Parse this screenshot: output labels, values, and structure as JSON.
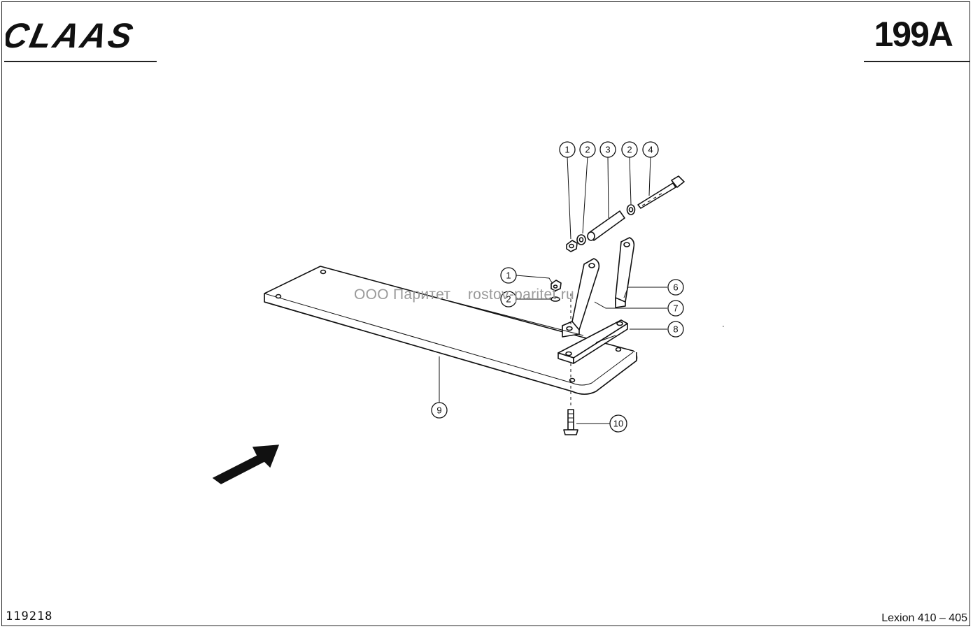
{
  "brand": {
    "name": "CLAAS"
  },
  "header": {
    "page_number": "199A"
  },
  "footer": {
    "drawing_id": "119218",
    "model": "Lexion 410 – 405"
  },
  "watermark": {
    "text": "ООО Паритет    rostov-paritet.ru"
  },
  "callouts": [
    {
      "id": "c-1-top",
      "label": "1"
    },
    {
      "id": "c-2-top-a",
      "label": "2"
    },
    {
      "id": "c-3-top",
      "label": "3"
    },
    {
      "id": "c-2-top-b",
      "label": "2"
    },
    {
      "id": "c-4-top",
      "label": "4"
    },
    {
      "id": "c-1-mid",
      "label": "1"
    },
    {
      "id": "c-2-mid",
      "label": "2"
    },
    {
      "id": "c-6",
      "label": "6"
    },
    {
      "id": "c-7",
      "label": "7"
    },
    {
      "id": "c-8",
      "label": "8"
    },
    {
      "id": "c-9",
      "label": "9"
    },
    {
      "id": "c-10",
      "label": "10"
    }
  ],
  "icons": {
    "direction": "direction-arrow-icon"
  }
}
